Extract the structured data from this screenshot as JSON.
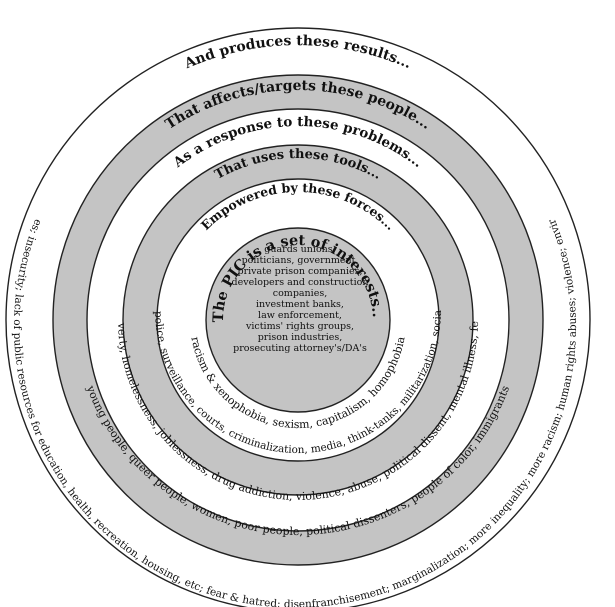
{
  "rings": {
    "outer_title": "And produces these results...",
    "outer_content_left": "broken families and communities; insecurity; lack of public resources for education, health, recreation, housing, etc; fear & hatred; disenfranchisement; marginalization; more inequality; more racism; human rights abuses; violence; environmental injustice; public debt",
    "people_title": "That affects/targets these people...",
    "people_content": "young people, queer people, women, poor people, political dissenters, people of color, immigrants",
    "problems_title": "As a response to these problems...",
    "problems_content": "poverty, homelessness, joblessness, drug addiction, violence, abuse, political dissent, mental illness, fear",
    "tools_title": "That uses these tools...",
    "tools_content": "prisons, police, surveillance, courts, criminalization, media, think-tanks, militarization, social control",
    "forces_title": "Empowered by these forces...",
    "forces_content": "racism & xenophobia, sexism, capitalism, homophobia",
    "center_title": "The PIC is a set of interests..."
  },
  "center_lines": [
    "guards unions,",
    "politicians, government,",
    "private prison companies,",
    "developers and construction",
    "companies,",
    "investment banks,",
    "law enforcement,",
    "victims' rights groups,",
    "prison industries,",
    "prosecuting attorney's/DA's"
  ],
  "colors": {
    "gray_band": "#c4c4c4",
    "white_band": "#ffffff",
    "line": "#222222"
  }
}
